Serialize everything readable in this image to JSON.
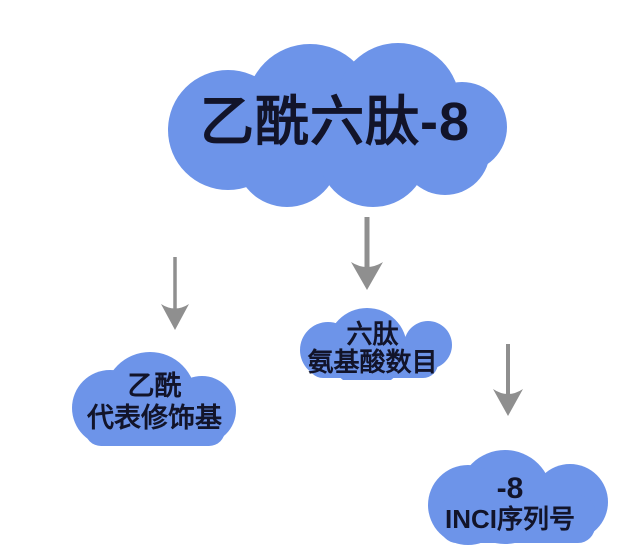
{
  "colors": {
    "cloud": "#6d94e9",
    "text": "#12142a",
    "arrow": "#8f8f8f",
    "background": "#ffffff"
  },
  "root": {
    "label": "乙酰六肽-8"
  },
  "children": [
    {
      "id": "acetyl",
      "line1": "乙酰",
      "line2": "代表修饰基"
    },
    {
      "id": "hexapeptide",
      "line1": "六肽",
      "line2": "氨基酸数目"
    },
    {
      "id": "inci",
      "line1": "-8",
      "line2": "INCI序列号"
    }
  ]
}
